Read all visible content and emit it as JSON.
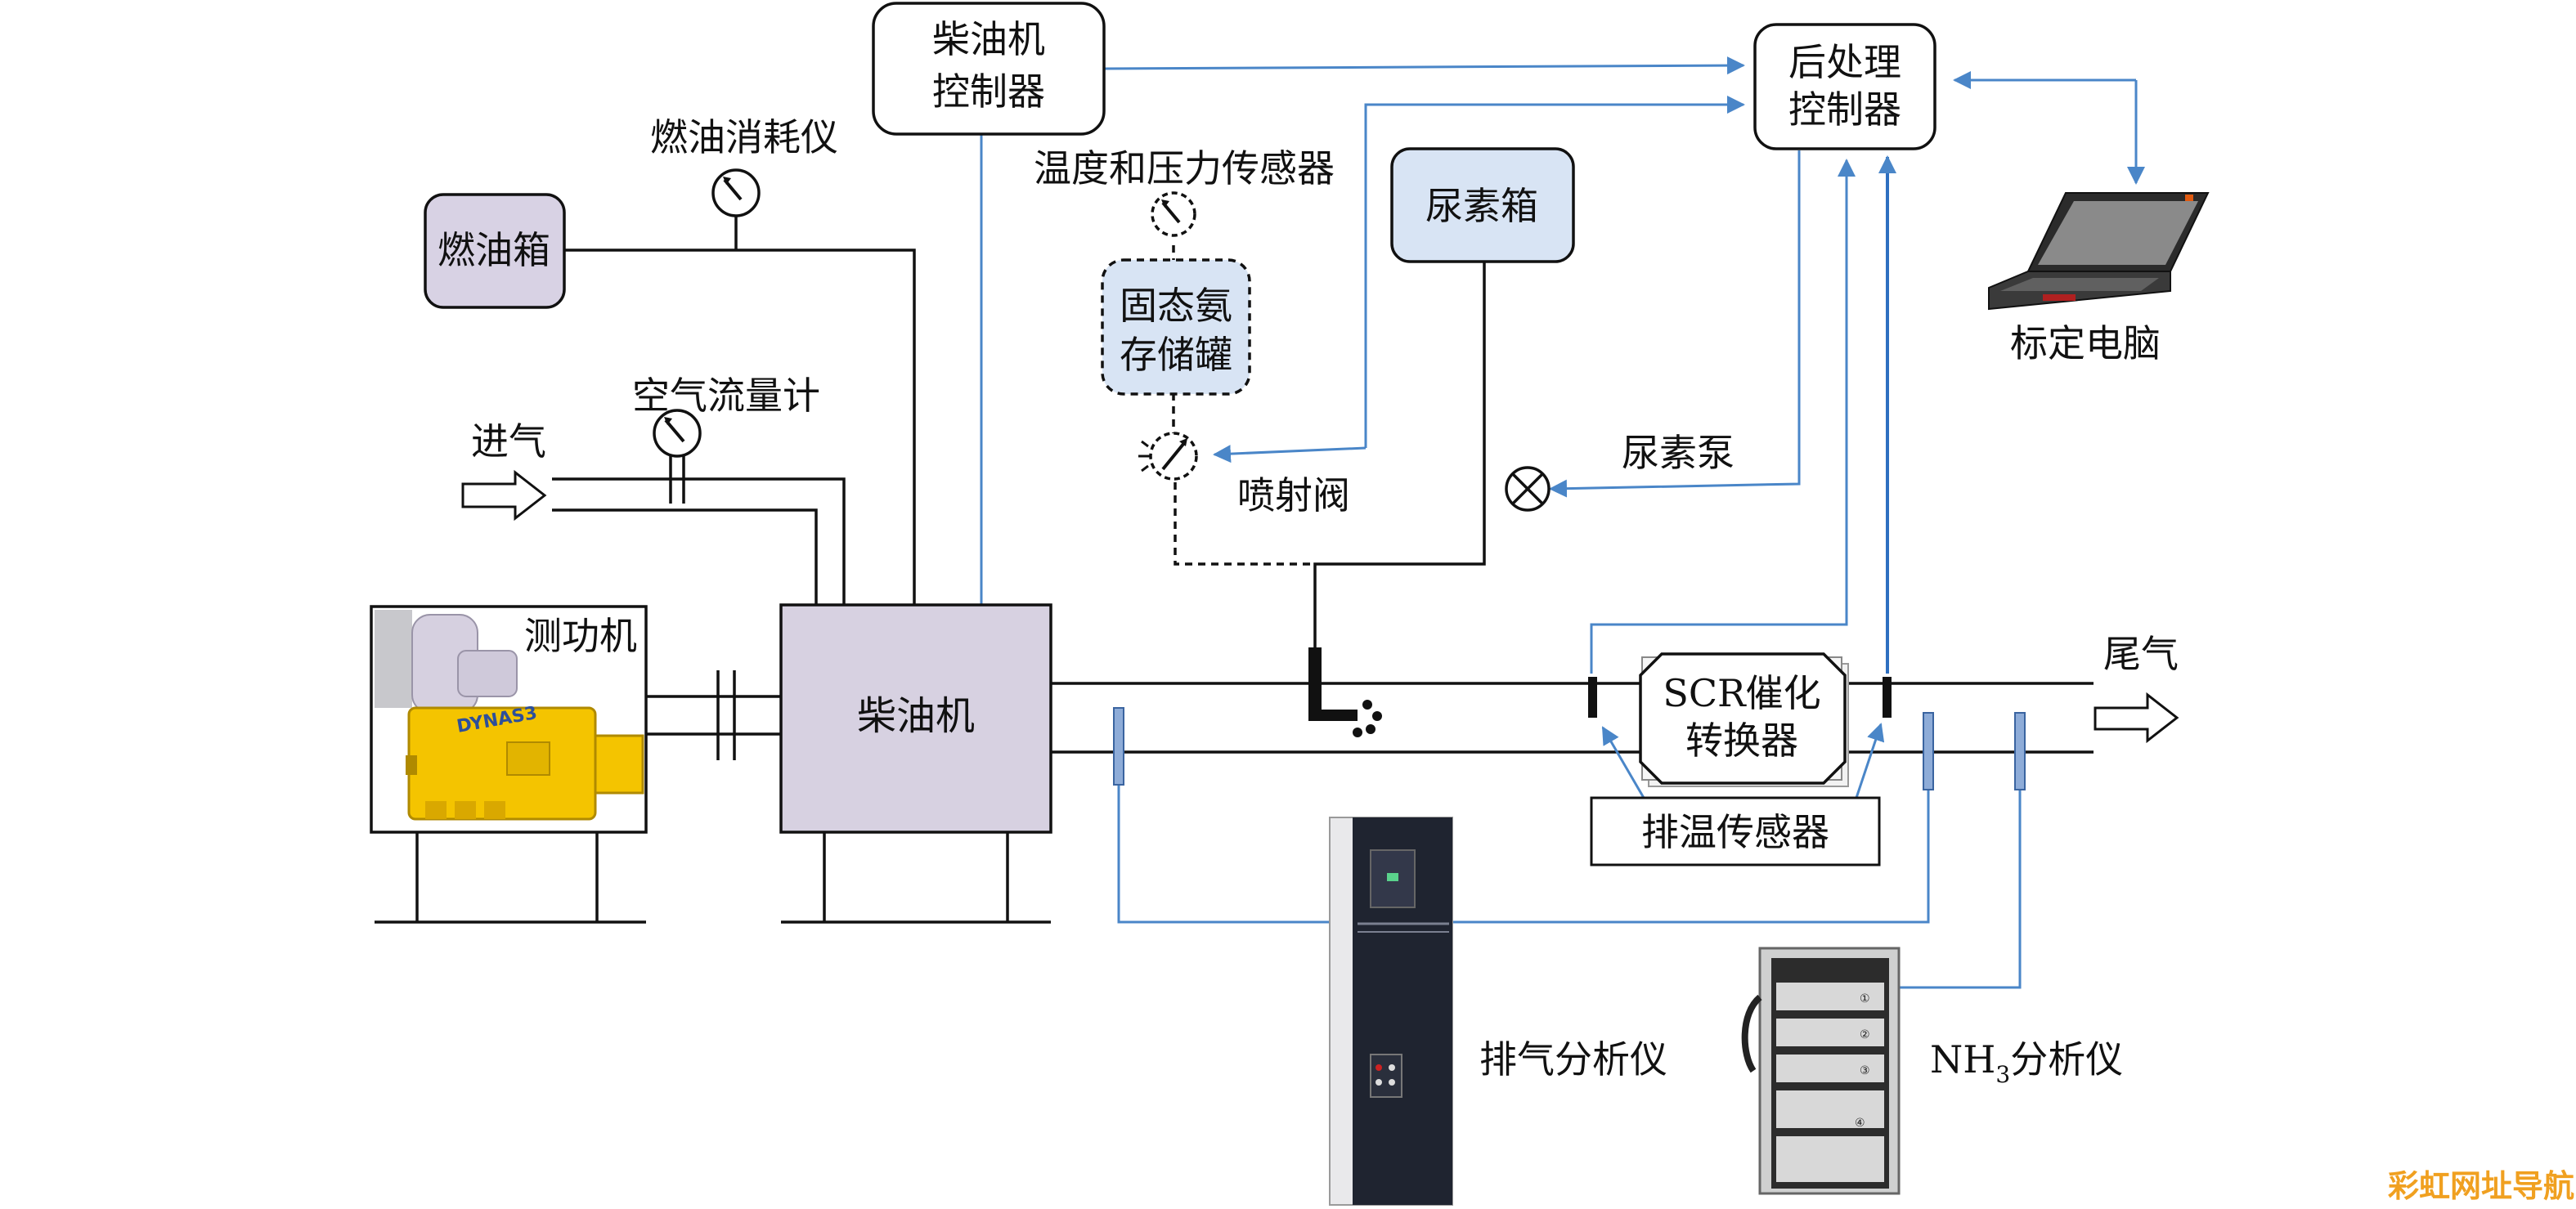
{
  "labels": {
    "diesel_controller": [
      "柴油机",
      "控制器"
    ],
    "aftertreatment_controller": [
      "后处理",
      "控制器"
    ],
    "fuel_meter": "燃油消耗仪",
    "fuel_tank": "燃油箱",
    "temp_pressure_sensor": "温度和压力传感器",
    "urea_tank": "尿素箱",
    "solid_ammonia_tank": [
      "固态氨",
      "存储罐"
    ],
    "calibration_pc": "标定电脑",
    "air_flow_meter": "空气流量计",
    "intake": "进气",
    "injector": "喷射阀",
    "urea_pump": "尿素泵",
    "dynamometer": "测功机",
    "dyno_brand": "DYNAS3",
    "diesel_engine": "柴油机",
    "scr_prefix": "SCR",
    "scr_line1_rest": "催化",
    "scr_line2": "转换器",
    "exhaust_out": "尾气",
    "exhaust_temp_sensor": "排温传感器",
    "exhaust_analyzer": "排气分析仪",
    "nh3_prefix": "NH",
    "nh3_sub": "3",
    "nh3_suffix": "分析仪",
    "watermark": "彩虹网址导航"
  },
  "colors": {
    "line_black": "#111111",
    "line_blue": "#4a86c8",
    "box_purple": "#d8d2e4",
    "box_blue": "#d8e4f4",
    "box_engine": "#d7d1e1",
    "sensor_blue": "#8eacd8",
    "dyno_yellow": "#f4c400",
    "watermark": "#f0a020"
  }
}
